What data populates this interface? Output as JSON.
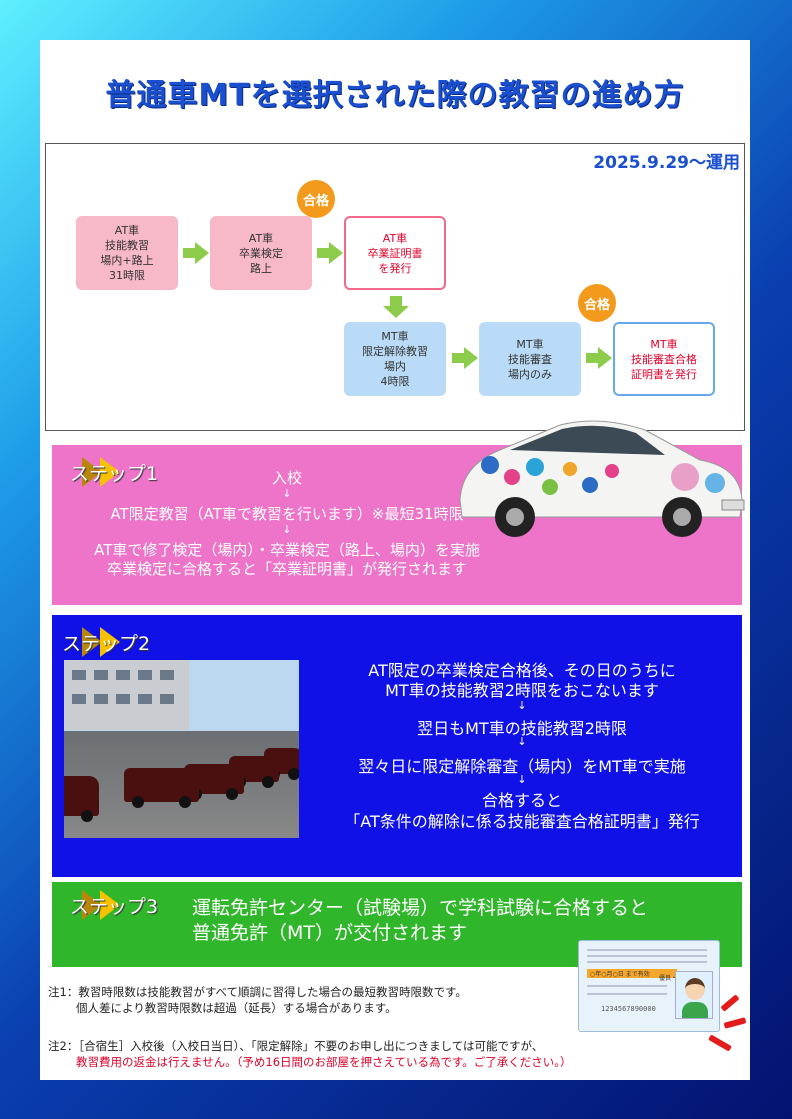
{
  "title": "普通車MTを選択された際の教習の進め方",
  "date_label": "2025.9.29～運用",
  "flow": {
    "node1": [
      "AT車",
      "技能教習",
      "場内+路上",
      "31時限"
    ],
    "node2": [
      "AT車",
      "卒業検定",
      "路上"
    ],
    "node3": [
      "AT車",
      "卒業証明書",
      "を発行"
    ],
    "node4": [
      "MT車",
      "限定解除教習",
      "場内",
      "4時限"
    ],
    "node5": [
      "MT車",
      "技能審査",
      "場内のみ"
    ],
    "node6": [
      "MT車",
      "技能審査合格",
      "証明書を発行"
    ],
    "pass_badge_1": "合格",
    "pass_badge_2": "合格"
  },
  "step1": {
    "label": "ステップ1",
    "line1": "入校",
    "line2": "AT限定教習（AT車で教習を行います）※最短31時限",
    "line3": "AT車で修了検定（場内）・卒業検定（路上、場内）を実施",
    "line4": "卒業検定に合格すると「卒業証明書」が発行されます"
  },
  "step2": {
    "label": "ステップ2",
    "line1": "AT限定の卒業検定合格後、その日のうちに",
    "line2": "MT車の技能教習2時限をおこないます",
    "line3": "翌日もMT車の技能教習2時限",
    "line4": "翌々日に限定解除審査（場内）をMT車で実施",
    "line5": "合格すると",
    "line6": "「AT条件の解除に係る技能審査合格証明書」発行"
  },
  "step3": {
    "label": "ステップ3",
    "line1": "運転免許センター（試験場）で学科試験に合格すると",
    "line2": "普通免許（MT）が交付されます"
  },
  "notes": {
    "note1_a": "注1：教習時限数は技能教習がすべて順調に習得した場合の最短教習時限数です。",
    "note1_b": "個人差により教習時限数は超過（延長）する場合があります。",
    "note2_a": "注2：［合宿生］入校後（入校日当日）、「限定解除」不要のお申し出につきましては可能ですが、",
    "note2_b": "教習費用の返金は行えません。（予め16日間のお部屋を押さえている為です。ご了承ください。）"
  },
  "license_card": {
    "band_text": "○年○月○日 まで有効",
    "number": "1234567890000",
    "type_label": "優良・普通"
  },
  "colors": {
    "title_blue": "#1a4fd0",
    "step1_bg": "#ee74c9",
    "step2_bg": "#0f11e6",
    "step3_bg": "#30b62a",
    "badge_orange": "#f39a1c",
    "flow_arrow_green": "#8dcc4a"
  }
}
